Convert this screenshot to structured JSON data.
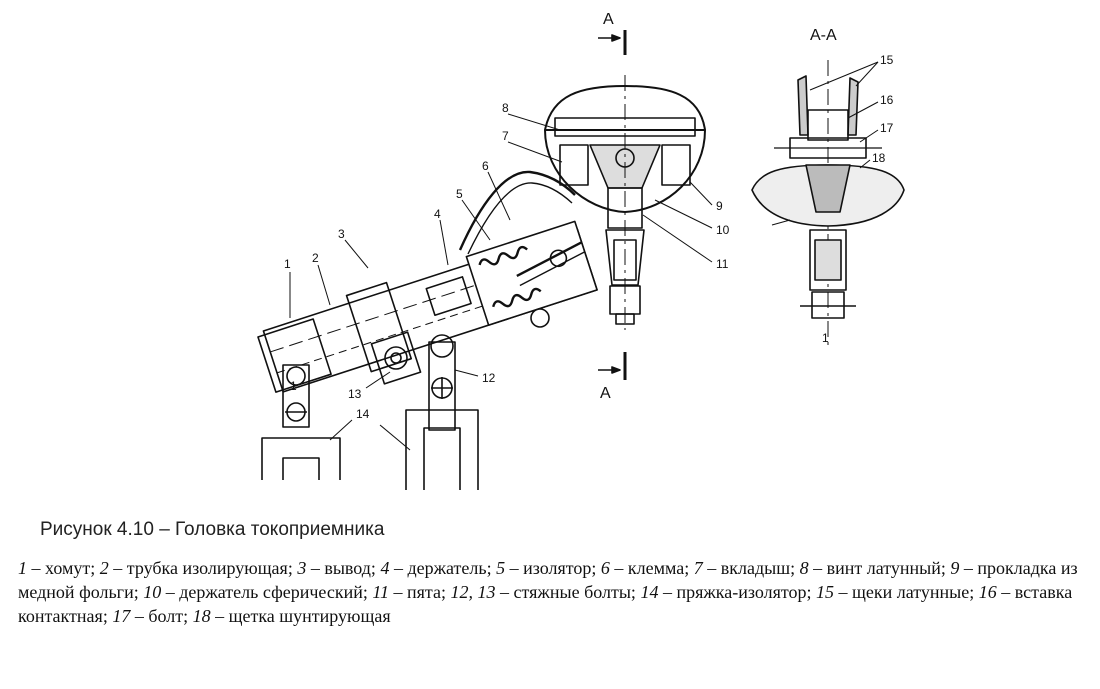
{
  "figure": {
    "caption": "Рисунок 4.10 – Головка токоприемника",
    "section_marker": "A",
    "section_title": "А-А",
    "callouts": [
      "1",
      "2",
      "3",
      "4",
      "5",
      "6",
      "7",
      "8",
      "9",
      "10",
      "11",
      "12",
      "13",
      "14",
      "15",
      "16",
      "17",
      "18"
    ]
  },
  "legend": [
    {
      "n": "1",
      "text": " – хомут; "
    },
    {
      "n": "2",
      "text": " – трубка изолирующая; "
    },
    {
      "n": "3",
      "text": " – вывод; "
    },
    {
      "n": "4",
      "text": " – держатель; "
    },
    {
      "n": "5",
      "text": " – изолятор; "
    },
    {
      "n": "6",
      "text": " – клемма; "
    },
    {
      "n": "7",
      "text": " – вкладыш; "
    },
    {
      "n": "8",
      "text": " – винт латунный; "
    },
    {
      "n": "9",
      "text": " – прокладка из медной фольги; "
    },
    {
      "n": "10",
      "text": " – держатель сферический; "
    },
    {
      "n": "11",
      "text": " – пята; "
    },
    {
      "n": "12, 13",
      "text": " – стяжные болты; "
    },
    {
      "n": "14",
      "text": " – пряжка-изолятор; "
    },
    {
      "n": "15",
      "text": " – щеки латунные; "
    },
    {
      "n": "16",
      "text": " – вставка контактная; "
    },
    {
      "n": "17",
      "text": " – болт; "
    },
    {
      "n": "18",
      "text": " – щетка шунтирующая"
    }
  ]
}
